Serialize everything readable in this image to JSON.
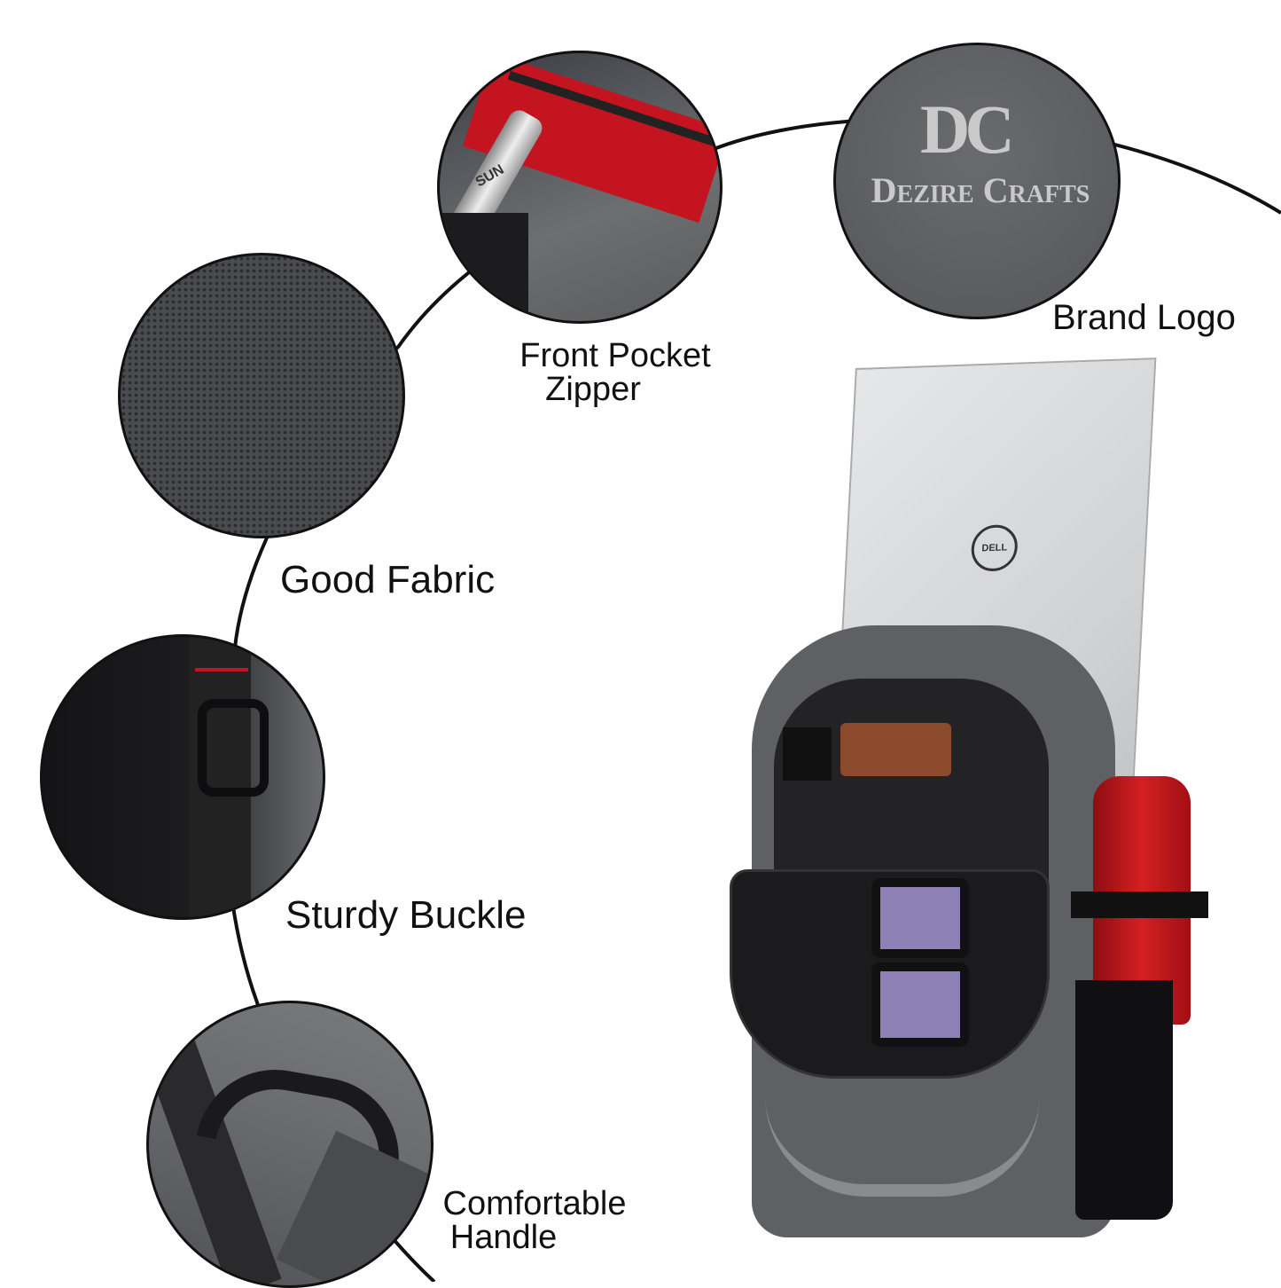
{
  "features": [
    {
      "id": "zipper",
      "label_line1": "Front Pocket",
      "label_line2": "Zipper",
      "zipper_brand": "SUN"
    },
    {
      "id": "logo",
      "label": "Brand Logo",
      "logo_monogram": "DC",
      "logo_text": "Dezire Crafts"
    },
    {
      "id": "fabric",
      "label": "Good Fabric"
    },
    {
      "id": "buckle",
      "label": "Sturdy Buckle"
    },
    {
      "id": "handle",
      "label_line1": "Comfortable",
      "label_line2": "Handle"
    }
  ],
  "product": {
    "laptop_brand": "DELL",
    "colors": {
      "body": "#5f6063",
      "dark": "#2a2a2c",
      "accent_red": "#c4141f",
      "laptop": "#d9dadb",
      "bottle": "#c81a1a"
    }
  }
}
